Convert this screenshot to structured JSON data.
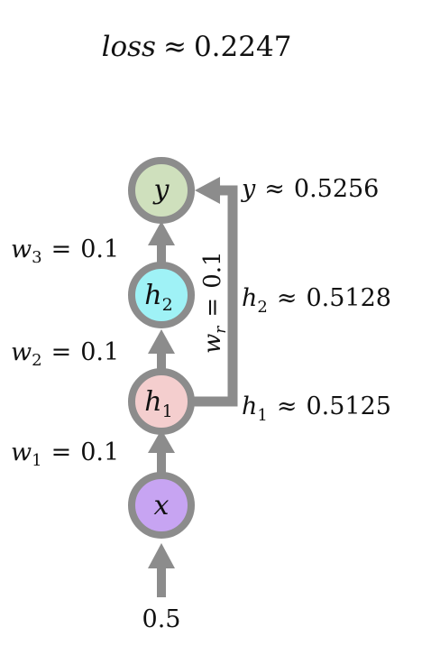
{
  "loss": {
    "var": "loss",
    "op": "≈",
    "value": "0.2247"
  },
  "input": {
    "value": "0.5"
  },
  "nodes": [
    {
      "id": "x",
      "base": "x",
      "sub": "",
      "color": "#c7a4f2"
    },
    {
      "id": "h1",
      "base": "h",
      "sub": "1",
      "color": "#f4cece"
    },
    {
      "id": "h2",
      "base": "h",
      "sub": "2",
      "color": "#9ff2f6"
    },
    {
      "id": "y",
      "base": "y",
      "sub": "",
      "color": "#cfe0bd"
    }
  ],
  "weights": [
    {
      "base": "w",
      "sub": "1",
      "op": "=",
      "value": "0.1"
    },
    {
      "base": "w",
      "sub": "2",
      "op": "=",
      "value": "0.1"
    },
    {
      "base": "w",
      "sub": "3",
      "op": "=",
      "value": "0.1"
    }
  ],
  "recurrent_weight": {
    "base": "w",
    "sub": "r",
    "op": "=",
    "value": "0.1"
  },
  "activations": [
    {
      "base": "h",
      "sub": "1",
      "op": "≈",
      "value": "0.5125"
    },
    {
      "base": "h",
      "sub": "2",
      "op": "≈",
      "value": "0.5128"
    },
    {
      "base": "y",
      "sub": "",
      "op": "≈",
      "value": "0.5256"
    }
  ],
  "colors": {
    "edge": "#8c8c8c",
    "node_border": "#8c8c8c"
  }
}
